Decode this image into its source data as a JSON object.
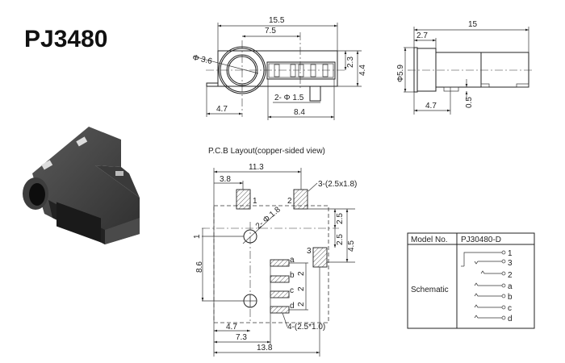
{
  "title": "PJ3480",
  "front_view": {
    "dims": {
      "overall_width": "15.5",
      "hole_to_pin": "7.5",
      "jack_dia": "Φ 3.6",
      "height_upper": "2.3",
      "height_total": "4.4",
      "pin_dia": "2- Φ 1.5",
      "left_offset": "4.7",
      "slot_width": "8.4"
    }
  },
  "side_view": {
    "dims": {
      "length": "15",
      "flange": "2.7",
      "dia": "Φ5.9",
      "pin_offset": "4.7",
      "standoff": "0.5"
    }
  },
  "pcb_layout": {
    "title": "P.C.B Layout(copper-sided view)",
    "dims": {
      "pad_span": "11.3",
      "pad1_offset": "3.8",
      "hole_spacing": "8.6",
      "hole_offset": "1",
      "pad_gap_1": "2.5",
      "pad_gap_2": "2.5",
      "pad_total": "4.5",
      "hole_x": "4.7",
      "small_pad_x": "7.3",
      "pad3_x": "13.8",
      "small_pitch_1": "2",
      "small_pitch_2": "2",
      "small_pitch_3": "2"
    },
    "labels": {
      "large_pads": "3-(2.5x1.8)",
      "small_pads": "4-(2.5*1.0)",
      "holes": "2- Φ 1.8"
    },
    "pad_numbers": [
      "1",
      "2",
      "3"
    ],
    "small_pad_letters": [
      "a",
      "b",
      "c",
      "d"
    ]
  },
  "spec_table": {
    "header_label": "Model No.",
    "model": "PJ30480-D",
    "row_label": "Schematic",
    "pins": [
      "1",
      "3",
      "2",
      "a",
      "b",
      "c",
      "d"
    ]
  }
}
